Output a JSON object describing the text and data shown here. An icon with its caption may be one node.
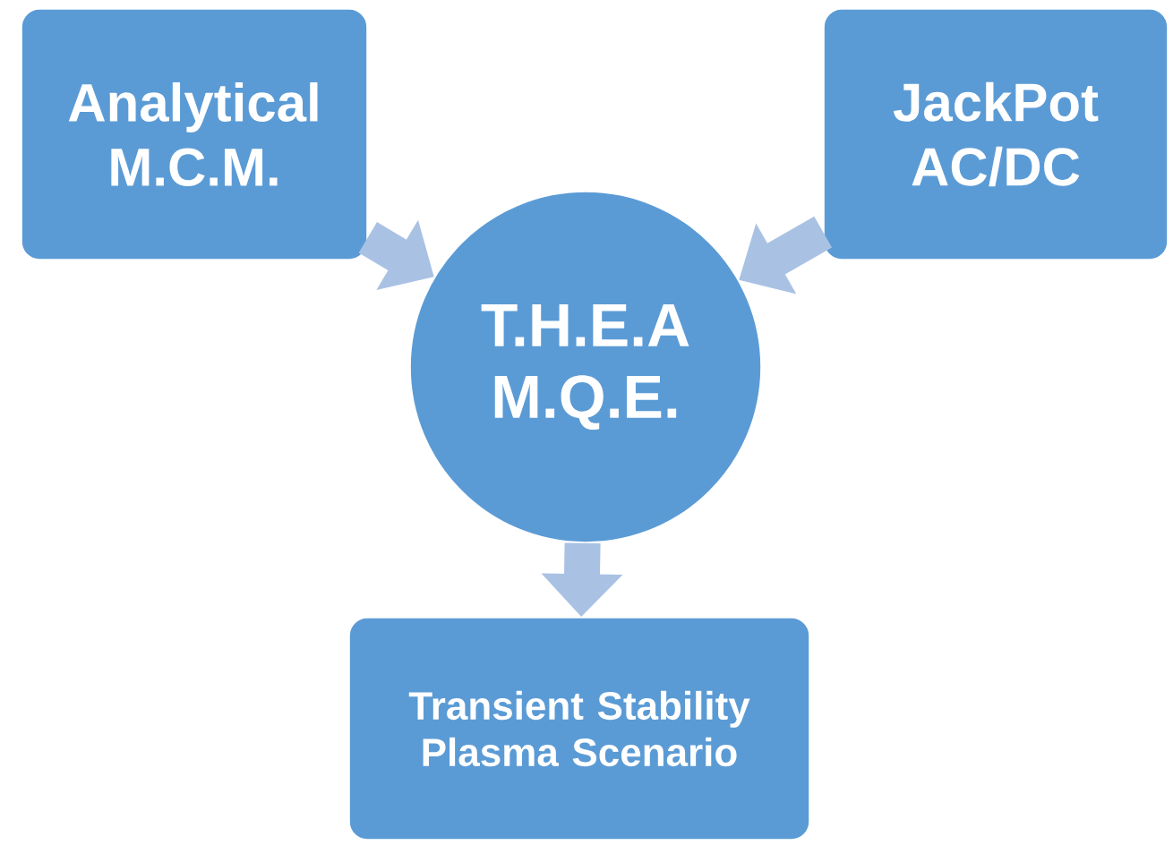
{
  "diagram": {
    "nodes": [
      {
        "text": [
          "Analytical M.C.M."
        ]
      },
      {
        "text": [
          "JackPot AC/DC"
        ]
      },
      {
        "text": [
          "T.H.E.A M.Q.E."
        ]
      },
      {
        "text": [
          "Transient Stability Plasma Scenario"
        ]
      }
    ],
    "edges": [
      {
        "from": 0,
        "to": 2,
        "arrow": "to"
      },
      {
        "from": 1,
        "to": 2,
        "arrow": "to"
      },
      {
        "from": 2,
        "to": 3,
        "arrow": "to"
      }
    ]
  }
}
